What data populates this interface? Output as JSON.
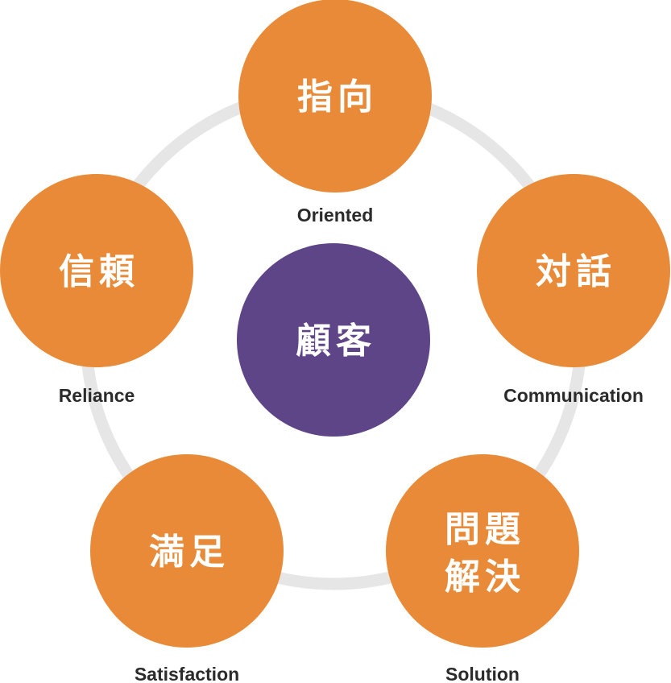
{
  "colors": {
    "ring": "#e6e6e6",
    "outer_node": "#e88a37",
    "center_node": "#5e4587",
    "node_text": "#ffffff",
    "caption_text": "#2b2b2b"
  },
  "center": {
    "label": "顧客"
  },
  "nodes": [
    {
      "label": "指向",
      "caption": "Oriented"
    },
    {
      "label": "対話",
      "caption": "Communication"
    },
    {
      "label_line1": "問題",
      "label_line2": "解決",
      "caption": "Solution"
    },
    {
      "label": "満足",
      "caption": "Satisfaction"
    },
    {
      "label": "信頼",
      "caption": "Reliance"
    }
  ]
}
